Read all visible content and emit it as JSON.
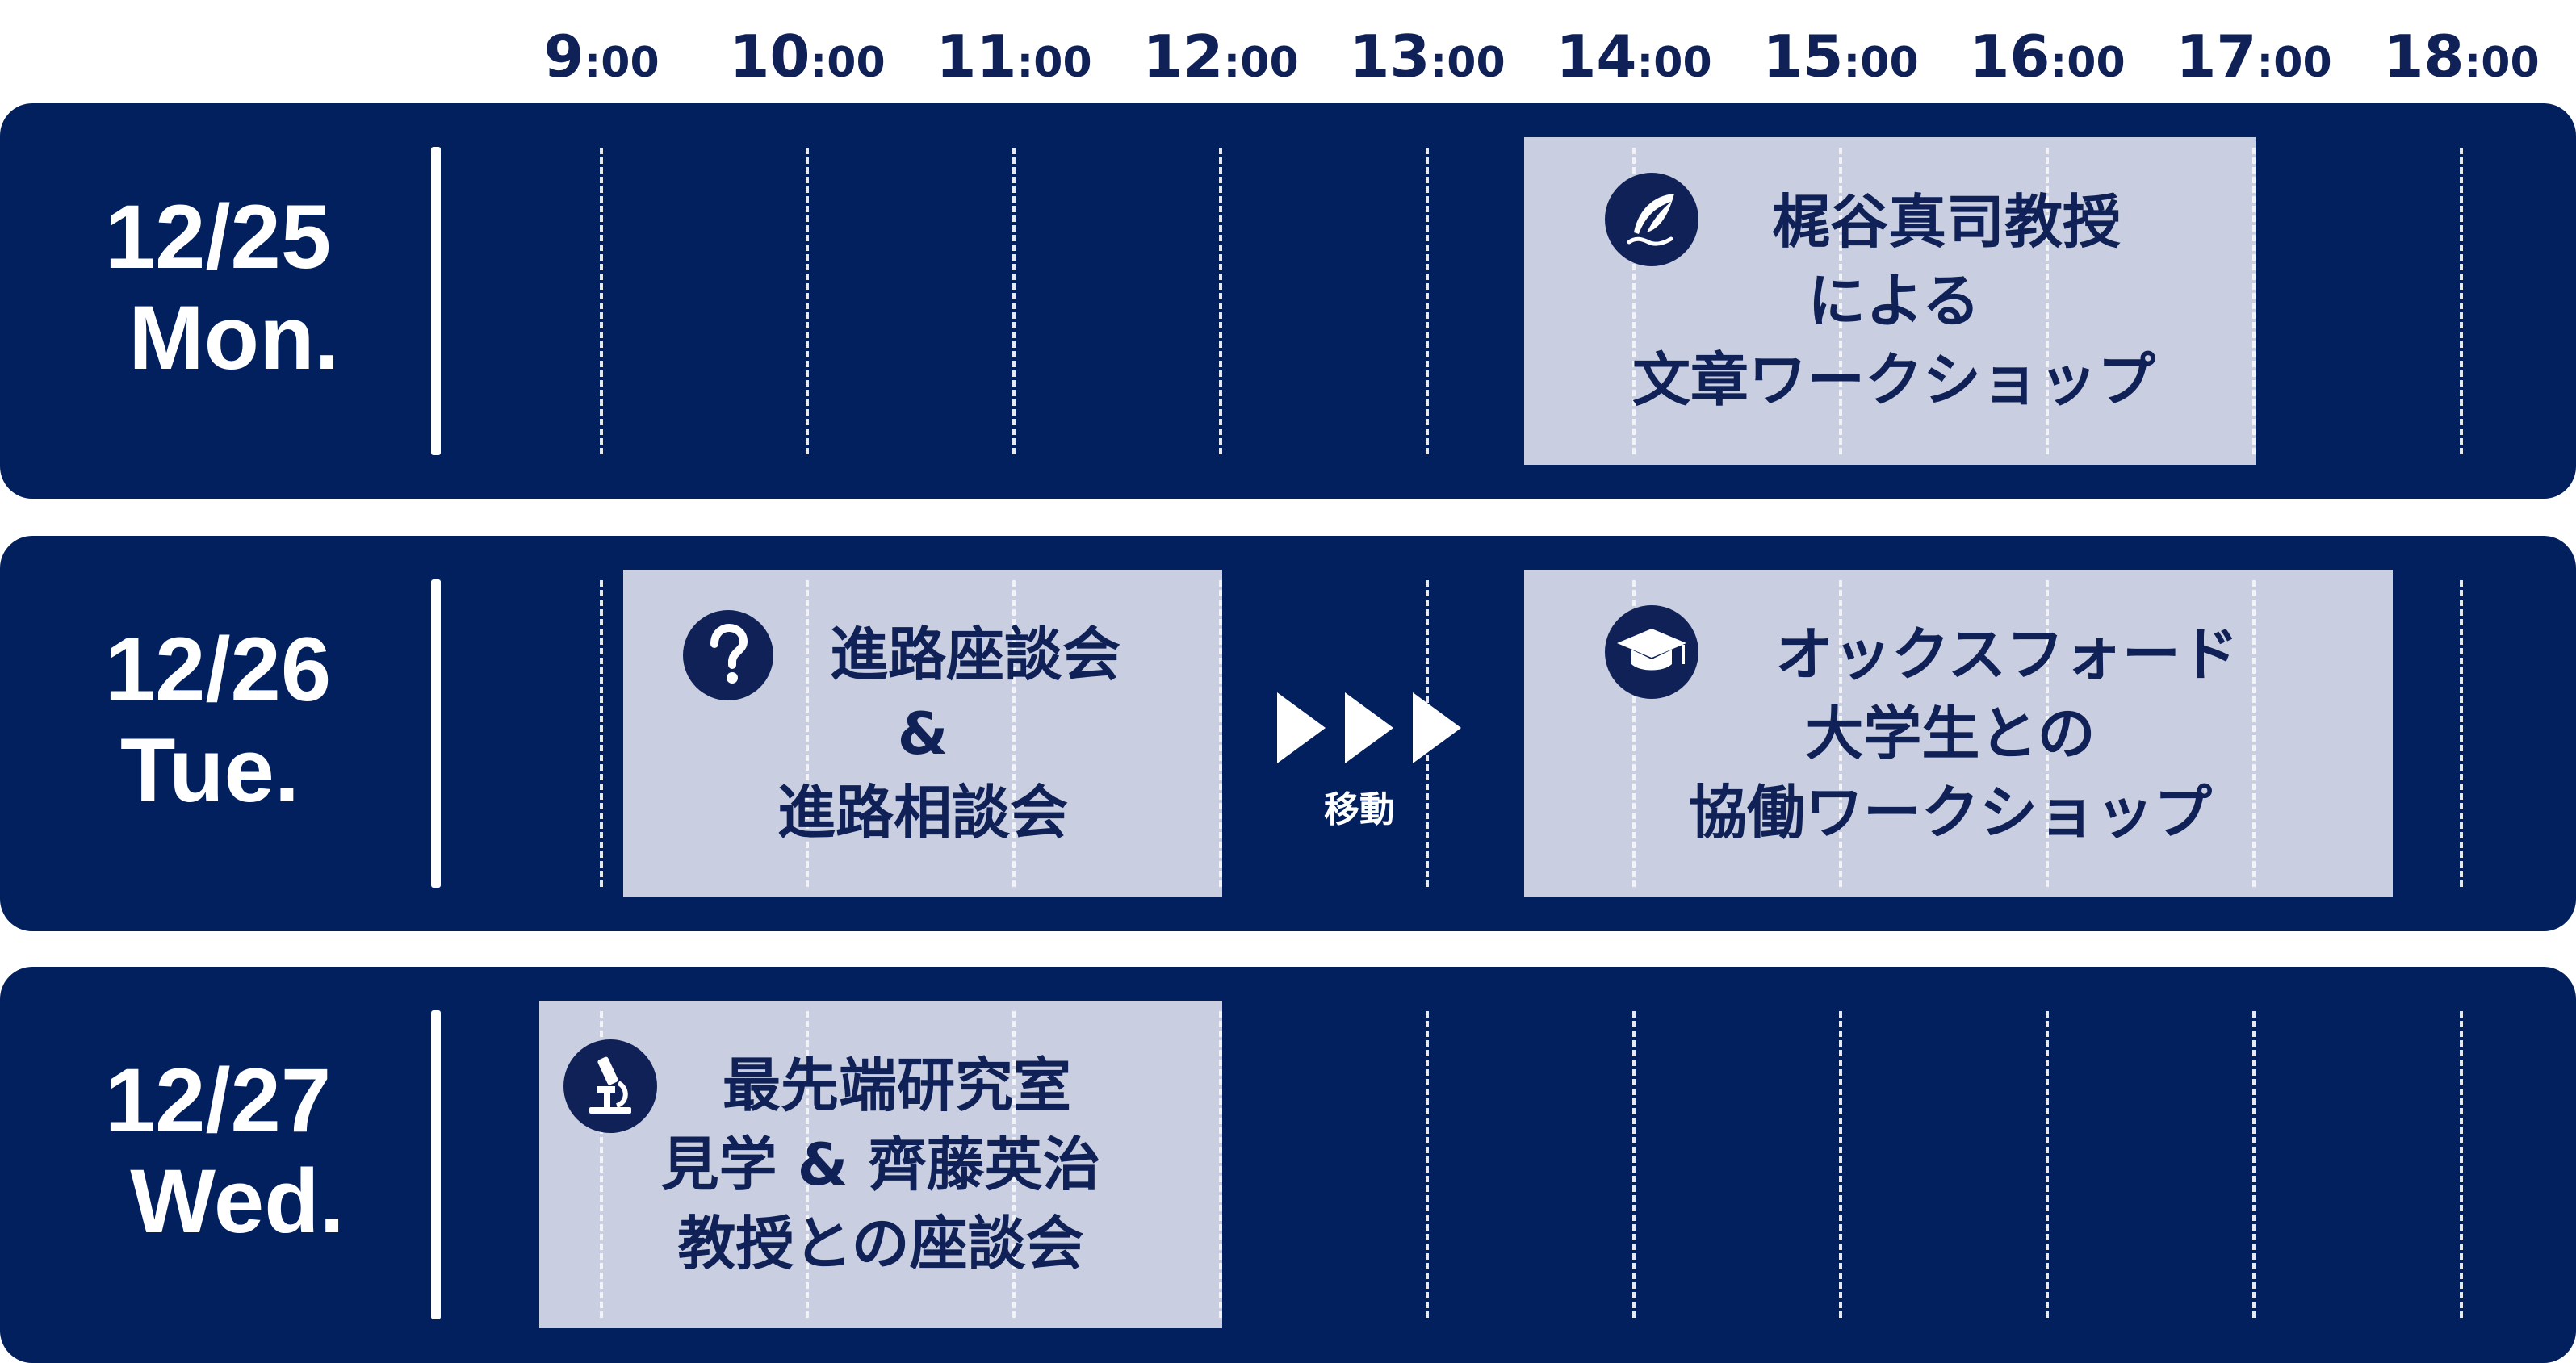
{
  "timeline": {
    "hours": [
      {
        "h": "9",
        "m": ":00"
      },
      {
        "h": "10",
        "m": ":00"
      },
      {
        "h": "11",
        "m": ":00"
      },
      {
        "h": "12",
        "m": ":00"
      },
      {
        "h": "13",
        "m": ":00"
      },
      {
        "h": "14",
        "m": ":00"
      },
      {
        "h": "15",
        "m": ":00"
      },
      {
        "h": "16",
        "m": ":00"
      },
      {
        "h": "17",
        "m": ":00"
      },
      {
        "h": "18",
        "m": ":00"
      }
    ]
  },
  "days": [
    {
      "date": "12/25",
      "weekday": "Mon.",
      "events": [
        {
          "icon": "quill-icon",
          "lines": [
            "梶谷真司教授",
            "による",
            "文章ワークショップ"
          ]
        }
      ]
    },
    {
      "date": "12/26",
      "weekday": "Tue.",
      "events": [
        {
          "icon": "question-icon",
          "lines": [
            "進路座談会",
            "&",
            "進路相談会"
          ]
        },
        {
          "icon": "graduation-cap-icon",
          "lines": [
            "オックスフォード",
            "大学生との",
            "協働ワークショップ"
          ]
        }
      ],
      "transit": {
        "label": "移動",
        "icon": "arrow-right-icon"
      }
    },
    {
      "date": "12/27",
      "weekday": "Wed.",
      "events": [
        {
          "icon": "microscope-icon",
          "lines": [
            "最先端研究室",
            "見学 & 齊藤英治",
            "教授との座談会"
          ]
        }
      ]
    }
  ],
  "colors": {
    "row_background": "#03205e",
    "event_background": "#c9cfe0",
    "text_dark": "#0f2156",
    "text_light": "#ffffff"
  }
}
